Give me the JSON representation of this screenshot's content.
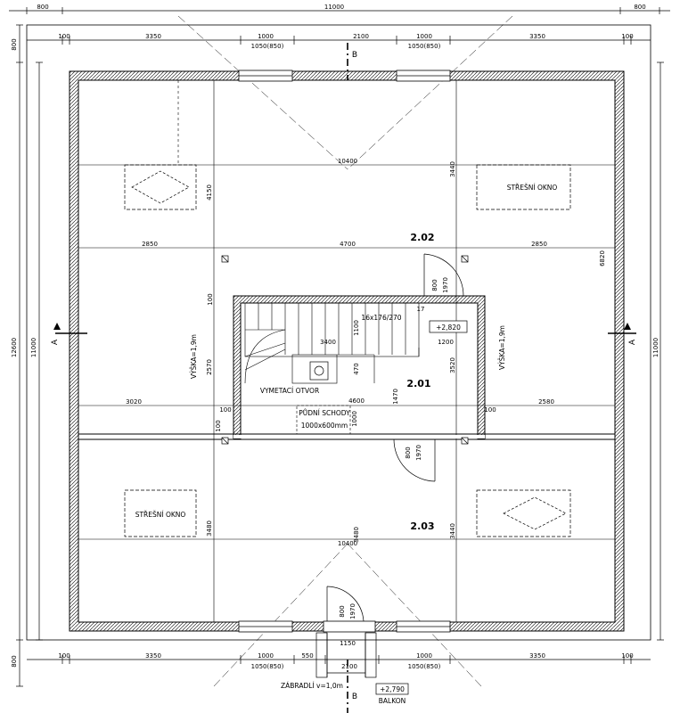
{
  "dims": {
    "top_total": "11000",
    "top_left_margin": "800",
    "top_right_margin": "800",
    "top_row": [
      "100",
      "3350",
      "1000",
      "2100",
      "1000",
      "3350",
      "100"
    ],
    "top_sub": [
      "1050(850)",
      "1050(850)"
    ],
    "bottom_row": [
      "100",
      "3350",
      "550",
      "1000",
      "2100",
      "1000",
      "3350",
      "100"
    ],
    "bottom_sub": [
      "1050(850)",
      "1050(850)"
    ],
    "left_total": "12600",
    "left_inner": "11000",
    "left_top_margin": "800",
    "left_bottom_margin": "800",
    "right_inner": "11000",
    "internal": {
      "d10400_top": "10400",
      "d10400_bottom": "10400",
      "d4150": "4150",
      "d3440_top": "3440",
      "d2850_left": "2850",
      "d4700": "4700",
      "d2850_right": "2850",
      "d6820": "6820",
      "d100_a": "100",
      "d2570": "2570",
      "d3400": "3400",
      "d1100": "1100",
      "d1200": "1200",
      "d470": "470",
      "d3520": "3520",
      "d1470": "1470",
      "d3020": "3020",
      "d4600": "4600",
      "d2580": "2580",
      "d100_b": "100",
      "d100_c": "100",
      "d100_d": "100",
      "d1000": "1000",
      "d800_door1": "800",
      "d1970_door1": "1970",
      "d800_door2": "800",
      "d1970_door2": "1970",
      "d800_door3": "800",
      "d1970_door3": "1970",
      "d3480_left": "3480",
      "d3480_mid": "3480",
      "d3440_bottom": "3440",
      "d1150": "1150",
      "d17": "17"
    }
  },
  "rooms": {
    "r202": "2.02",
    "r201": "2.01",
    "r203": "2.03"
  },
  "labels": {
    "skylight_tr": "STŘEŠNÍ OKNO",
    "skylight_bl": "STŘEŠNÍ OKNO",
    "stairs": "16x176/270",
    "height_left": "VÝŠKA=1,9m",
    "height_right": "VÝŠKA=1,9m",
    "sweep_opening": "VYMETACÍ OTVOR",
    "attic_stairs_1": "PŮDNÍ SCHODY",
    "attic_stairs_2": "1000x600mm",
    "level_upper": "+2,820",
    "level_balcony": "+2,790",
    "railing": "ZÁBRADLÍ  v=1,0m",
    "balcony": "BALKON"
  },
  "sections": {
    "a_left": "A",
    "a_right": "A",
    "b_top": "B",
    "b_bottom": "B"
  },
  "colors": {
    "line": "#000000",
    "background": "#ffffff"
  }
}
